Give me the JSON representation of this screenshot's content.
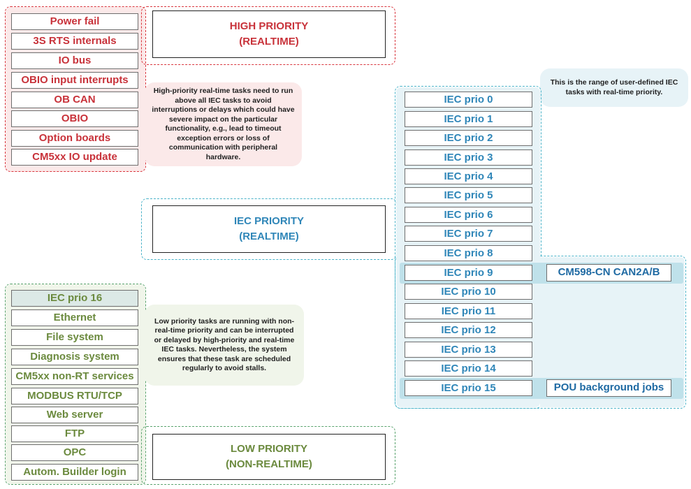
{
  "high": {
    "title_line1": "HIGH PRIORITY",
    "title_line2": "(REALTIME)",
    "items": [
      "Power fail",
      "3S RTS internals",
      "IO bus",
      "OBIO input interrupts",
      "OB CAN",
      "OBIO",
      "Option boards",
      "CM5xx IO update"
    ],
    "note": "High-priority real-time tasks need to run above all IEC tasks to avoid interruptions or delays which could have severe impact on the particular functionality, e.g., lead to timeout exception errors or loss of communication with peripheral hardware."
  },
  "iec": {
    "title_line1": "IEC PRIORITY",
    "title_line2": "(REALTIME)",
    "items": [
      "IEC prio 0",
      "IEC prio 1",
      "IEC prio 2",
      "IEC prio 3",
      "IEC prio 4",
      "IEC prio 5",
      "IEC prio 6",
      "IEC prio 7",
      "IEC prio 8",
      "IEC prio 9",
      "IEC prio 10",
      "IEC prio 11",
      "IEC prio 12",
      "IEC prio 13",
      "IEC prio 14",
      "IEC prio 15"
    ],
    "note": "This is the range of user-defined IEC tasks with real-time priority.",
    "label_prio9": "CM598-CN CAN2A/B",
    "label_prio15": "POU background jobs"
  },
  "low": {
    "title_line1": "LOW PRIORITY",
    "title_line2": "(NON-REALTIME)",
    "items": [
      "IEC prio 16",
      "Ethernet",
      "File system",
      "Diagnosis system",
      "CM5xx non-RT services",
      "MODBUS RTU/TCP",
      "Web server",
      "FTP",
      "OPC",
      "Autom. Builder login"
    ],
    "note": "Low priority tasks are running with non-real-time priority and can be interrupted or delayed by high-priority and real-time IEC tasks. Nevertheless, the system ensures that these task are scheduled regularly to avoid stalls."
  },
  "colors": {
    "high": "#c8323a",
    "iec": "#2f86b8",
    "low": "#6b8a3e"
  }
}
